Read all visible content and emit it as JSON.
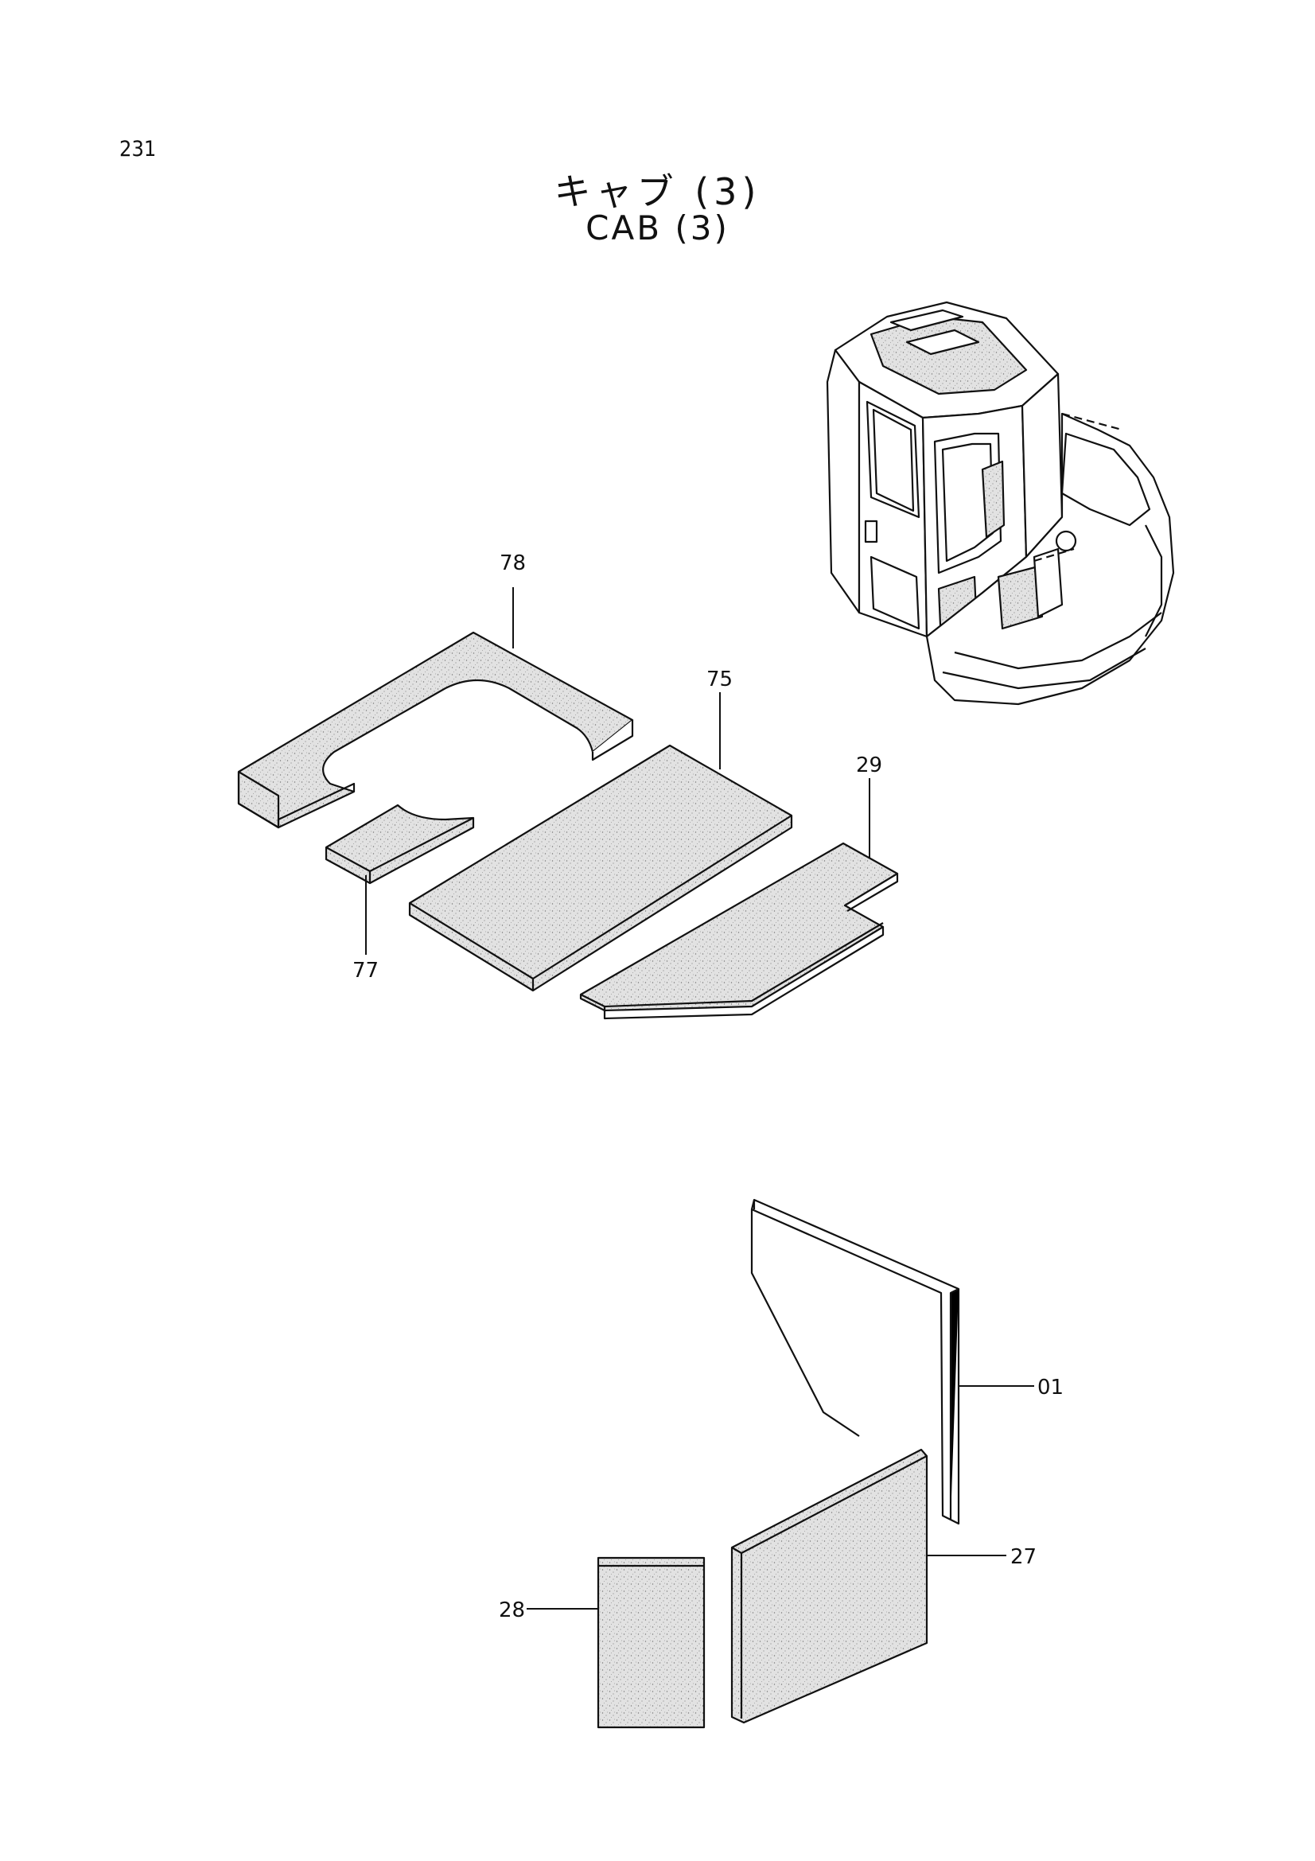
{
  "page": {
    "number": "231"
  },
  "title": {
    "japanese": "キャブ (3)",
    "english": "CAB (3)"
  },
  "callouts": [
    {
      "id": "78",
      "label": "78"
    },
    {
      "id": "75",
      "label": "75"
    },
    {
      "id": "29",
      "label": "29"
    },
    {
      "id": "77",
      "label": "77"
    },
    {
      "id": "01",
      "label": "01"
    },
    {
      "id": "27",
      "label": "27"
    },
    {
      "id": "28",
      "label": "28"
    }
  ]
}
